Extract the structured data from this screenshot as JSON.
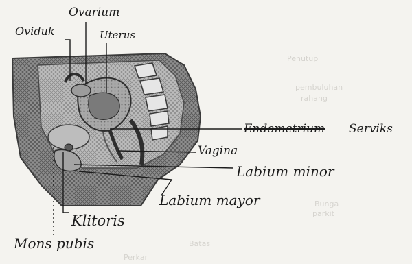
{
  "labels": {
    "ovarium": "Ovarium",
    "oviduk": "Oviduk",
    "uterus": "Uterus",
    "endometrium": "Endometrium",
    "serviks": "Serviks",
    "vagina": "Vagina",
    "labium_minor": "Labium minor",
    "labium_mayor": "Labium mayor",
    "klitoris": "Klitoris",
    "mons_pubis": "Mons pubis"
  },
  "ghost_text": {
    "line1": "Penutup",
    "line2": "pembuluhan",
    "line3": "rahang",
    "line4": "Bunga",
    "line5": "parkit",
    "line6": "Batas",
    "line7": "Perkar"
  },
  "colors": {
    "ink": "#1c1c1c",
    "tissue_dark": "#6d6d6d",
    "tissue_mid": "#9a9a9a",
    "tissue_light": "#c9c9c9",
    "paper": "#f4f3ef"
  }
}
